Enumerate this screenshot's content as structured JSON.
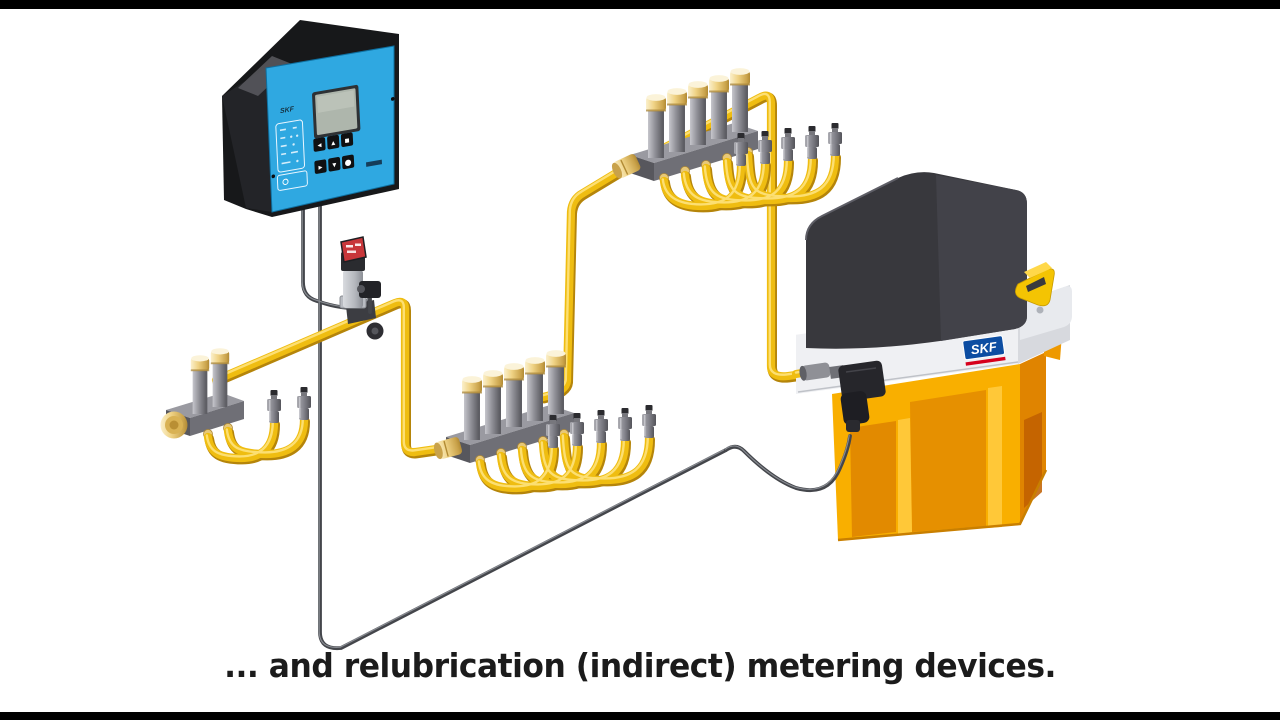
{
  "frame": {
    "caption": "... and relubrication (indirect) metering devices.",
    "letterbox": true
  },
  "branding": {
    "pump_logo_text": "SKF",
    "controller_logo_text": "SKF"
  },
  "controller": {
    "keypad_glyphs": [
      "◂",
      "▴",
      "▪",
      "▸",
      "▾",
      "●"
    ]
  },
  "colors": {
    "background": "#FFFFFF",
    "caption_text": "#1B1B1B",
    "tube_yellow": "#EFBD11",
    "tube_shadow": "#B5850A",
    "tube_highlight": "#FFE584",
    "cream_fitting": "#EFD284",
    "manifold_gray": "#6F6F76",
    "controller_panel_blue": "#2FA8E1",
    "housing_black": "#17181A",
    "lcd_gray": "#AEB6AC",
    "sensor_display_red": "#C8373B",
    "motor_dark_gray": "#38383D",
    "pump_base_white": "#EFF0F3",
    "reservoir_orange": "#F9AF00",
    "reservoir_orange_deep": "#E08400",
    "skf_blue": "#0C4DA2",
    "skf_red": "#D6001C",
    "cable_gray": "#44464B"
  },
  "components": [
    "lubrication-control-unit",
    "pressure-switch",
    "metering-device-left",
    "metering-device-center",
    "metering-device-top",
    "lubrication-pump-unit",
    "main-lubrication-line",
    "electrical-cables"
  ]
}
